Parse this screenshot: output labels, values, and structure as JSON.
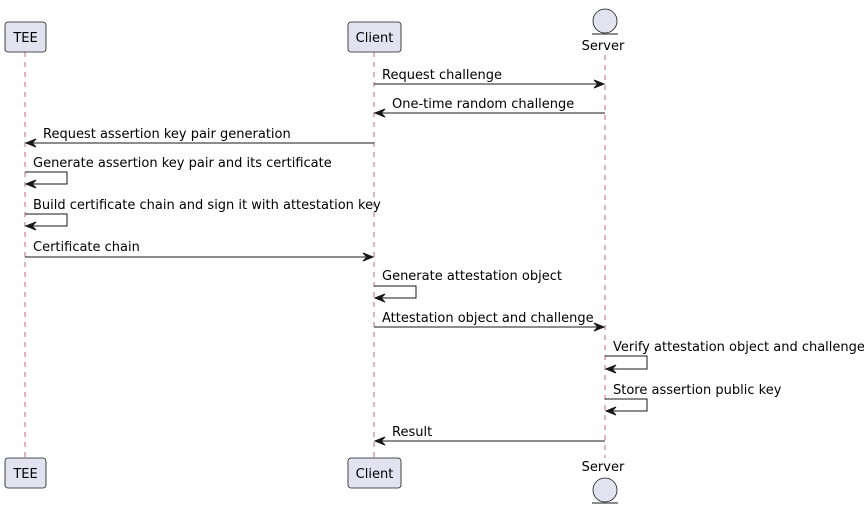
{
  "participants": {
    "tee": "TEE",
    "client": "Client",
    "server": "Server"
  },
  "messages": [
    "Request challenge",
    "One-time random challenge",
    "Request assertion key pair generation",
    "Generate assertion key pair and its certificate",
    "Build certificate chain and sign it with attestation key",
    "Certificate chain",
    "Generate attestation object",
    "Attestation object and challenge",
    "Verify attestation object and challenge",
    "Store assertion public key",
    "Result"
  ],
  "colors": {
    "participant_fill": "#e2e2f0",
    "participant_border": "#181818",
    "lifeline": "#a80036",
    "arrow": "#181818"
  }
}
